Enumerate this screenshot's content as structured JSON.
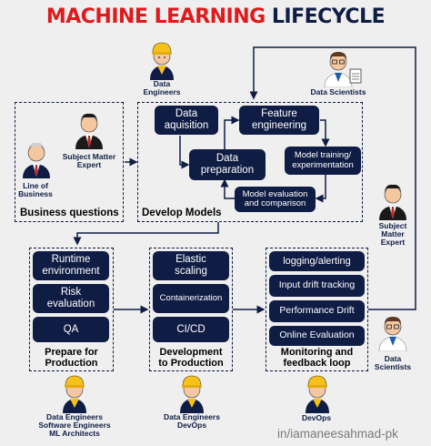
{
  "title": {
    "part1": "MACHINE LEARNING",
    "part2": "LIFECYCLE"
  },
  "roles": {
    "data_engineers_top": "Data\nEngineers",
    "data_scientists_top": "Data Scientists",
    "subject_matter_expert_left": "Subject Matter\nExpert",
    "line_of_business": "Line of\nBusiness",
    "subject_matter_expert_right": "Subject\nMatter\nExpert",
    "data_scientists_right": "Data\nScientists",
    "bottom_left": "Data Engineers\nSoftware Engineers\nML Architects",
    "bottom_middle": "Data Engineers\nDevOps",
    "bottom_right": "DevOps"
  },
  "develop": {
    "data_acquisition": "Data\naquisition",
    "feature_engineering": "Feature\nengineering",
    "data_preparation": "Data\npreparation",
    "model_training": "Model training/\nexperimentation",
    "model_evaluation": "Model evaluation\nand comparison",
    "panel_label": "Develop Models"
  },
  "business": {
    "panel_label": "Business questions"
  },
  "prepare": {
    "items": [
      "Runtime\nenvironment",
      "Risk\nevaluation",
      "QA"
    ],
    "panel_label": "Prepare for\nProduction"
  },
  "deploy": {
    "items": [
      "Elastic\nscaling",
      "Containerization",
      "CI/CD"
    ],
    "panel_label": "Development\nto Production"
  },
  "monitor": {
    "items": [
      "logging/alerting",
      "Input drift tracking",
      "Performance Drift",
      "Online Evaluation"
    ],
    "panel_label": "Monitoring and\nfeedback loop"
  },
  "credit": "in/iamaneesahmad-pk",
  "colors": {
    "navy": "#0f1d44",
    "red": "#e0191c",
    "background": "#efefef",
    "helmet": "#f6c21a"
  }
}
